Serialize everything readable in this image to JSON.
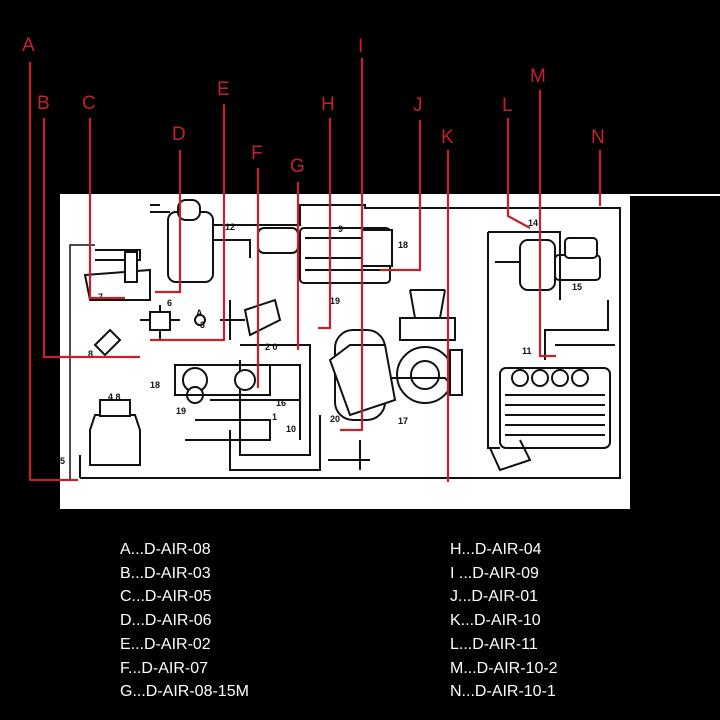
{
  "callouts": [
    "A",
    "B",
    "C",
    "D",
    "E",
    "F",
    "G",
    "H",
    "I",
    "J",
    "K",
    "L",
    "M",
    "N"
  ],
  "part_numbers": [
    "12",
    "9",
    "18",
    "14",
    "15",
    "7",
    "6",
    "A",
    "3",
    "8",
    "5",
    "11",
    "4 8",
    "2 0",
    "19",
    "18",
    "19",
    "16",
    "10",
    "20",
    "17",
    "1"
  ],
  "legend_left": [
    "A...D-AIR-08",
    "B...D-AIR-03",
    "C...D-AIR-05",
    "D...D-AIR-06",
    "E...D-AIR-02",
    "F...D-AIR-07",
    "G...D-AIR-08-15M"
  ],
  "legend_right": [
    "H...D-AIR-04",
    "I ...D-AIR-09",
    "J...D-AIR-01",
    "K...D-AIR-10",
    "L...D-AIR-11",
    "M...D-AIR-10-2",
    "N...D-AIR-10-1"
  ],
  "colors": {
    "callout": "#c8202a",
    "background": "#000000",
    "drawing": "#ffffff"
  }
}
